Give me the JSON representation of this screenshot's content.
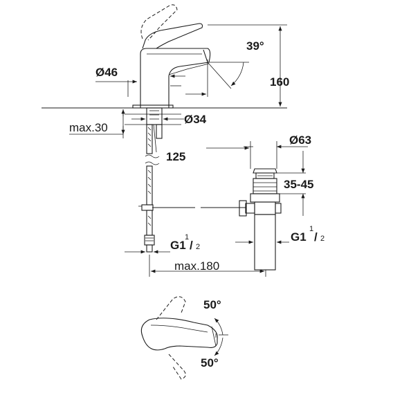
{
  "dimensions": {
    "angle_spout": "39°",
    "height_total": "160",
    "diameter_base": "Ø46",
    "diameter_shank": "Ø34",
    "max_thickness": "max.30",
    "distance_waste": "125",
    "diameter_waste": "Ø63",
    "waste_range": "35-45",
    "connection_supply": "G1",
    "connection_supply_num": "1",
    "connection_supply_den": "2",
    "connection_waste": "G1",
    "connection_waste_num": "1",
    "connection_waste_den": "2",
    "max_reach": "max.180",
    "rotation_upper": "50°",
    "rotation_lower": "50°"
  }
}
